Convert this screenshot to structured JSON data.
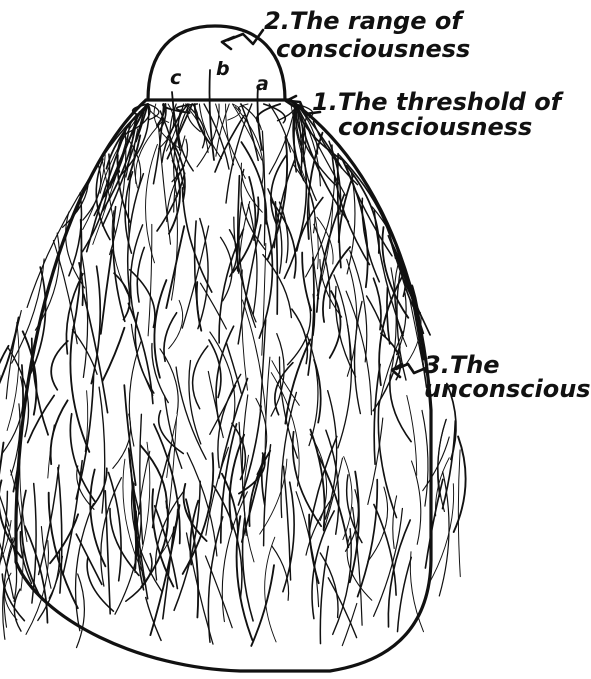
{
  "labels": {
    "range": {
      "line1": "2.The range of",
      "line2": "consciousness"
    },
    "threshold": {
      "line1": "1.The threshold of",
      "line2": "consciousness"
    },
    "unconscious": {
      "line1": "3.The",
      "line2": "unconscious"
    },
    "points": {
      "a": "a",
      "b": "b",
      "c": "c"
    }
  },
  "colors": {
    "ink": "#111111",
    "paper": "#ffffff"
  }
}
